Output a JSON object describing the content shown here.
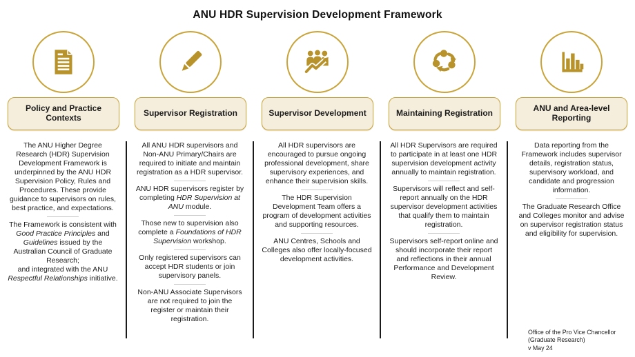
{
  "title": "ANU HDR Supervision Development Framework",
  "colors": {
    "icon_gold": "#B8922A",
    "border_gold": "#C9A43B",
    "stage_box_fill": "#F5EEDC",
    "text": "#1D1D1D",
    "column_divider": "#1A1A1A",
    "paragraph_divider": "#C9C9C9"
  },
  "columns": [
    {
      "icon": "document-icon",
      "label": "Policy and Practice Contexts",
      "paragraphs": [
        [
          {
            "t": "The ANU Higher Degree Research (HDR) Supervision Development Framework is underpinned by the ANU HDR Supervision Policy, Rules and Procedures. These provide guidance to supervisors on rules, best practice, and expectations."
          }
        ],
        [
          {
            "t": "The Framework is consistent with "
          },
          {
            "t": "Good Practice Principles",
            "i": true
          },
          {
            "t": " and "
          },
          {
            "t": "Guidelines",
            "i": true
          },
          {
            "t": " issued by the Australian Council of Graduate Research;\nand integrated with the ANU "
          },
          {
            "t": "Respectful Relationships",
            "i": true
          },
          {
            "t": " initiative."
          }
        ]
      ]
    },
    {
      "icon": "pencil-icon",
      "label": "Supervisor Registration",
      "paragraphs": [
        [
          {
            "t": "All ANU HDR supervisors and Non-ANU Primary/Chairs are required to initiate and maintain registration as a HDR supervisor."
          }
        ],
        [
          {
            "t": "ANU HDR supervisors register by completing "
          },
          {
            "t": "HDR Supervision at ANU",
            "i": true
          },
          {
            "t": " module."
          }
        ],
        [
          {
            "t": "Those new to supervision also complete a "
          },
          {
            "t": "Foundations of HDR Supervision",
            "i": true
          },
          {
            "t": " workshop."
          }
        ],
        [
          {
            "t": "Only registered supervisors can accept HDR students or join supervisory panels."
          }
        ],
        [
          {
            "t": "Non-ANU Associate Supervisors are not required to join the register or maintain their registration."
          }
        ]
      ]
    },
    {
      "icon": "team-growth-icon",
      "label": "Supervisor Development",
      "paragraphs": [
        [
          {
            "t": "All HDR supervisors are encouraged to pursue ongoing professional development, share supervisory experiences, and enhance their supervision skills."
          }
        ],
        [
          {
            "t": "The HDR Supervision Development Team offers a program of development activities and supporting resources."
          }
        ],
        [
          {
            "t": "ANU Centres, Schools and Colleges also offer locally-focused development activities."
          }
        ]
      ]
    },
    {
      "icon": "cycle-icon",
      "label": "Maintaining Registration",
      "paragraphs": [
        [
          {
            "t": "All HDR Supervisors are required to participate in at least one HDR supervision development activity annually to maintain registration."
          }
        ],
        [
          {
            "t": "Supervisors will reflect and self-report annually on the HDR supervisor development activities that qualify them to maintain registration."
          }
        ],
        [
          {
            "t": "Supervisors self-report online and should incorporate their report and reflections in their annual Performance and Development Review."
          }
        ]
      ]
    },
    {
      "icon": "bar-chart-icon",
      "label": "ANU and Area-level Reporting",
      "paragraphs": [
        [
          {
            "t": "Data reporting from the Framework includes supervisor details, registration status, supervisory workload, and candidate and progression information."
          }
        ],
        [
          {
            "t": "The Graduate Research Office and Colleges monitor and advise on supervisor registration status and eligibility for supervision."
          }
        ]
      ]
    }
  ],
  "footer": {
    "lines": [
      "Office of the Pro Vice Chancellor",
      "(Graduate Research)",
      "v May 24"
    ]
  }
}
